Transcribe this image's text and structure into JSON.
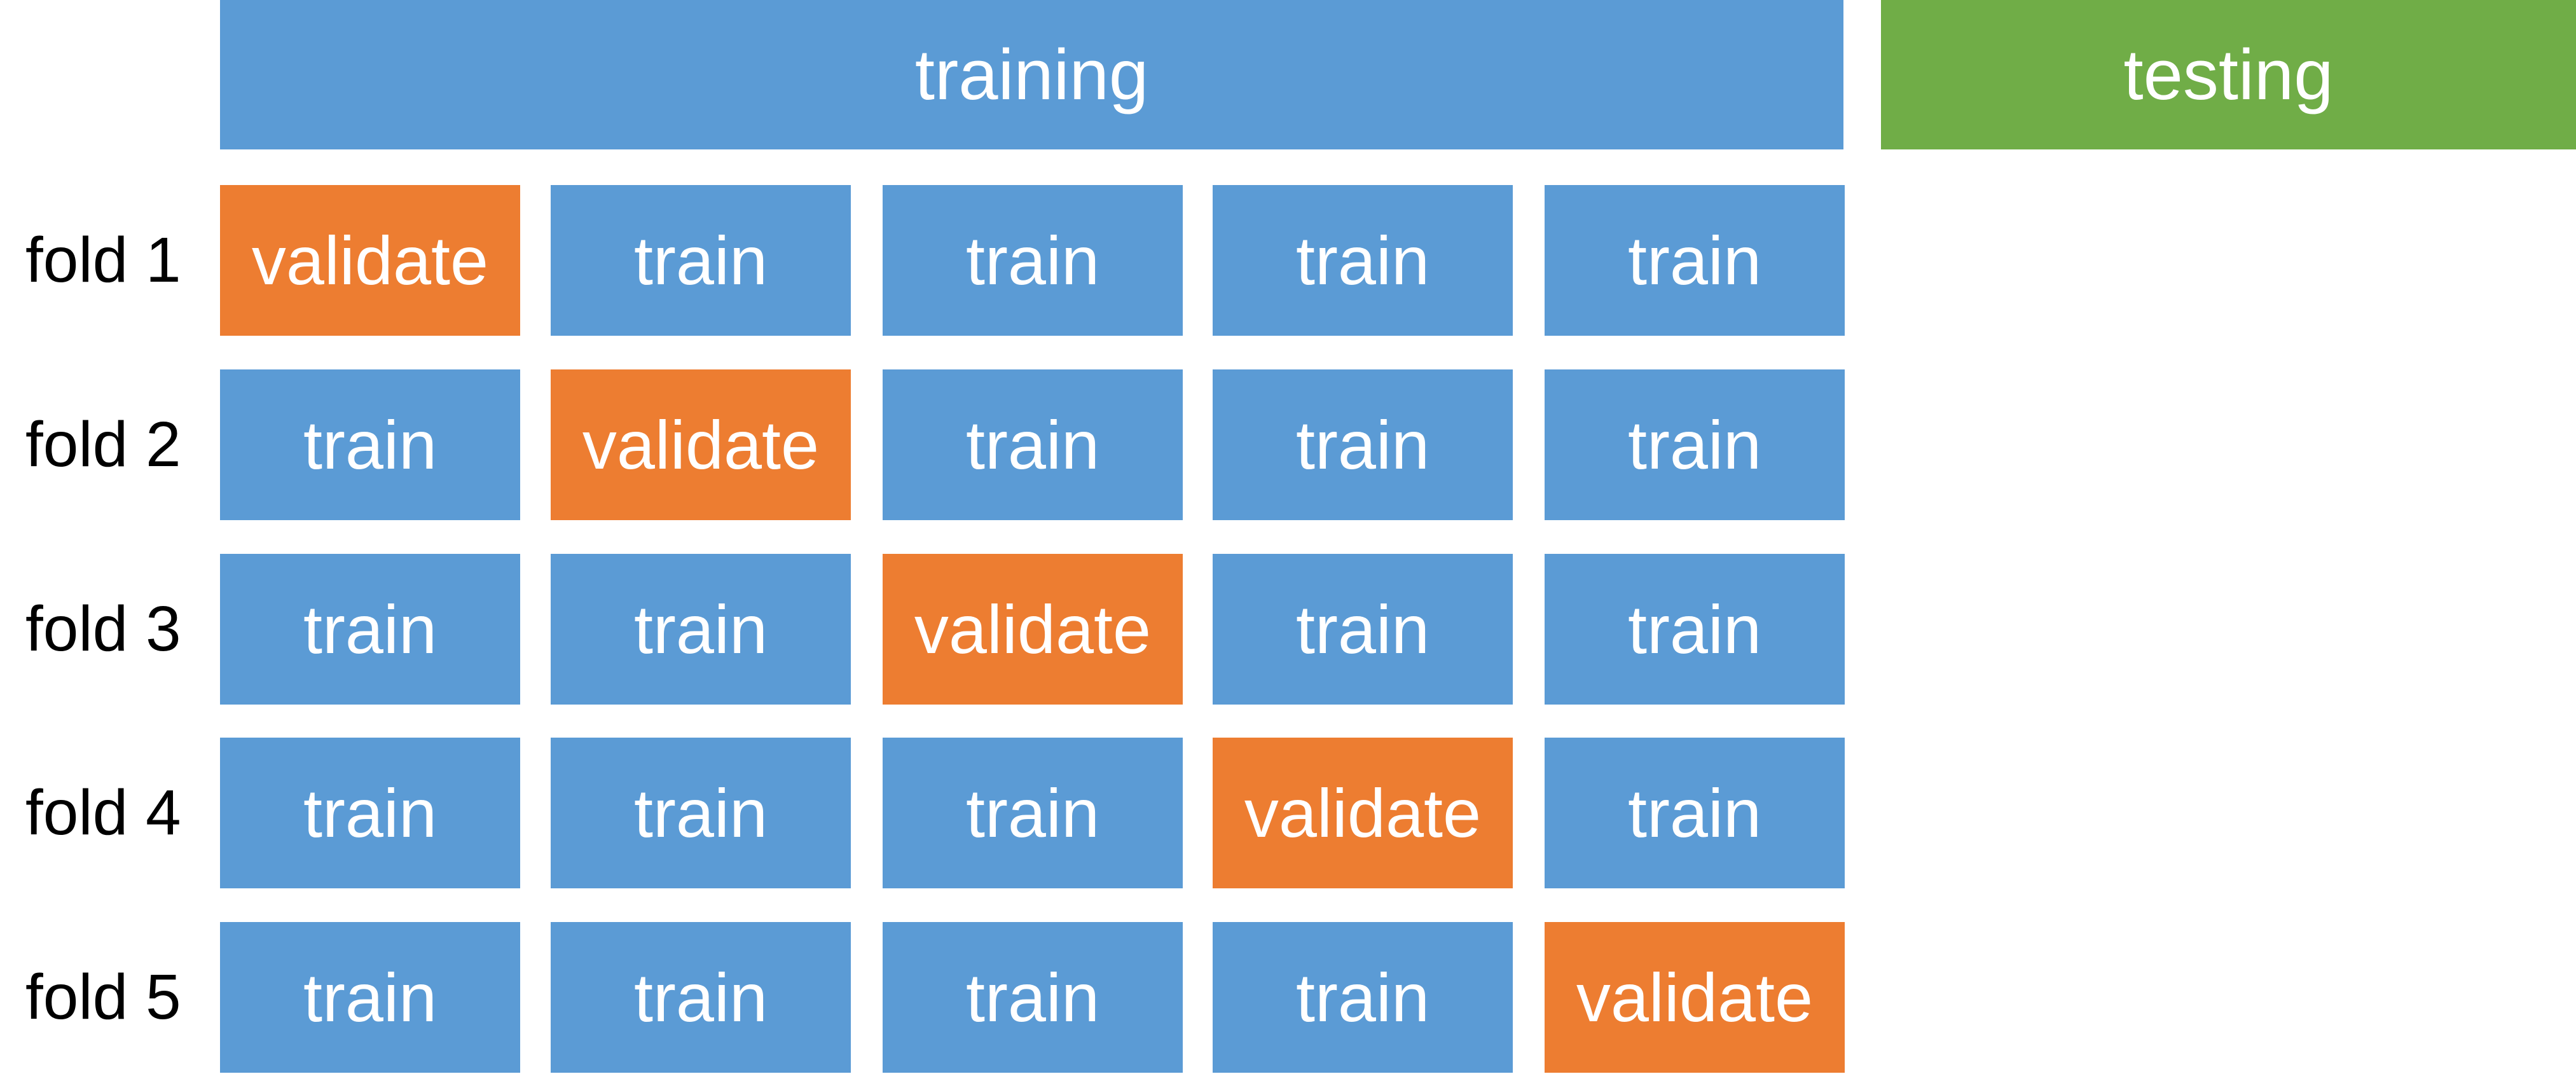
{
  "header": {
    "training_label": "training",
    "testing_label": "testing"
  },
  "colors": {
    "train": "#5b9bd5",
    "validate": "#ed7d31",
    "testing": "#70ad47"
  },
  "folds": [
    {
      "label": "fold 1",
      "cells": [
        "validate",
        "train",
        "train",
        "train",
        "train"
      ]
    },
    {
      "label": "fold 2",
      "cells": [
        "train",
        "validate",
        "train",
        "train",
        "train"
      ]
    },
    {
      "label": "fold 3",
      "cells": [
        "train",
        "train",
        "validate",
        "train",
        "train"
      ]
    },
    {
      "label": "fold 4",
      "cells": [
        "train",
        "train",
        "train",
        "validate",
        "train"
      ]
    },
    {
      "label": "fold 5",
      "cells": [
        "train",
        "train",
        "train",
        "train",
        "validate"
      ]
    }
  ]
}
